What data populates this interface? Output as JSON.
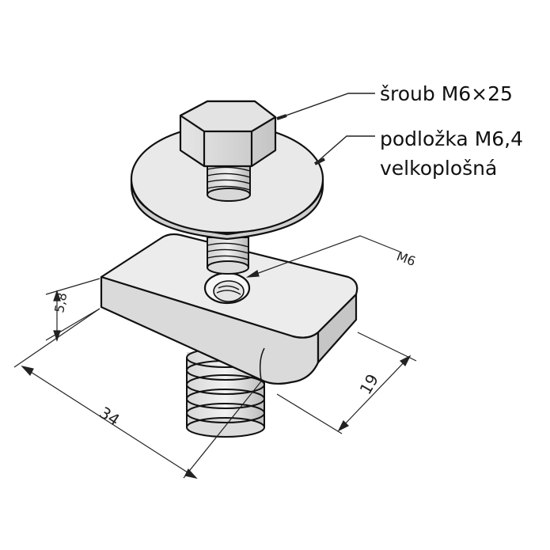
{
  "callouts": {
    "screw": "šroub M6×25",
    "washer_line1": "podložka M6,4",
    "washer_line2": "velkoplošná"
  },
  "dimensions": {
    "thread": "M6",
    "height": "5,8",
    "length": "34",
    "width": "19"
  },
  "colors": {
    "outline": "#111111",
    "metal_light": "#ececec",
    "metal_mid": "#d9d9d9",
    "metal_dark": "#bdbdbd"
  }
}
